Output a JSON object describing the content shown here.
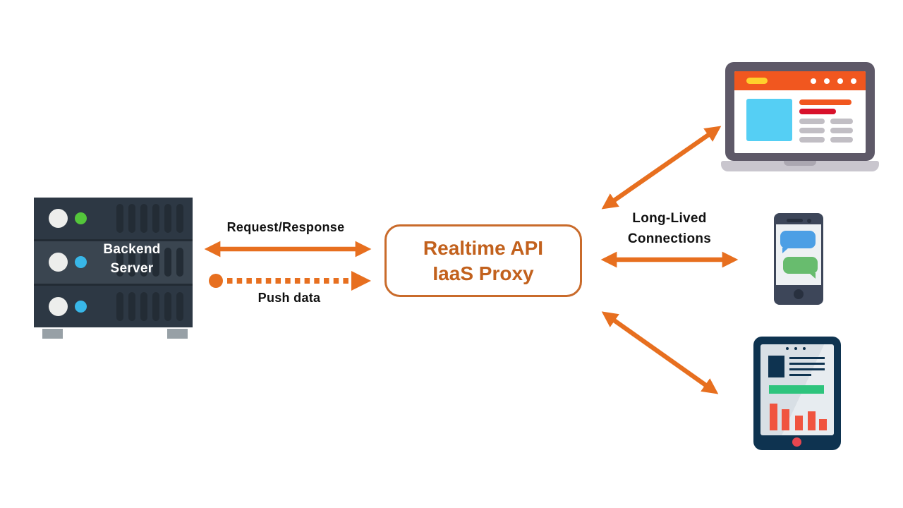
{
  "colors": {
    "accent": "#E76F1F",
    "proxy-border": "#C96B2B",
    "proxy-text": "#C2611D",
    "label-text": "#111111",
    "server-unit": "#2D3844",
    "server-unit-mid": "#3A4550",
    "server-slot": "#232C35",
    "led-white": "#EDEEEC",
    "led-green": "#54C63B",
    "led-blue": "#38B7E8",
    "server-foot": "#97A0A6",
    "laptop-frame": "#5E5968",
    "laptop-base": "#C9C6CE",
    "laptop-notch": "#ABA7B1",
    "browser-bar": "#F1571F",
    "browser-pill": "#FFD02C",
    "content-cyan": "#55CFF4",
    "content-orange": "#F1571F",
    "content-red": "#D8112B",
    "content-gray": "#C1BEC4",
    "phone-body": "#3D4659",
    "phone-dark": "#28303F",
    "phone-screen": "#EEF1F3",
    "bubble-blue": "#4C9FE5",
    "bubble-green": "#68BC6E",
    "tablet-body": "#0E3350",
    "tablet-screen": "#E7ECF0",
    "tablet-green": "#2EC47D",
    "tablet-red": "#F0543F",
    "tablet-home": "#E8464F"
  },
  "server": {
    "label_line1": "Backend",
    "label_line2": "Server"
  },
  "proxy": {
    "line1": "Realtime API",
    "line2": "IaaS Proxy"
  },
  "labels": {
    "request_response": "Request/Response",
    "push_data": "Push data",
    "long_lived_line1": "Long-Lived",
    "long_lived_line2": "Connections"
  }
}
